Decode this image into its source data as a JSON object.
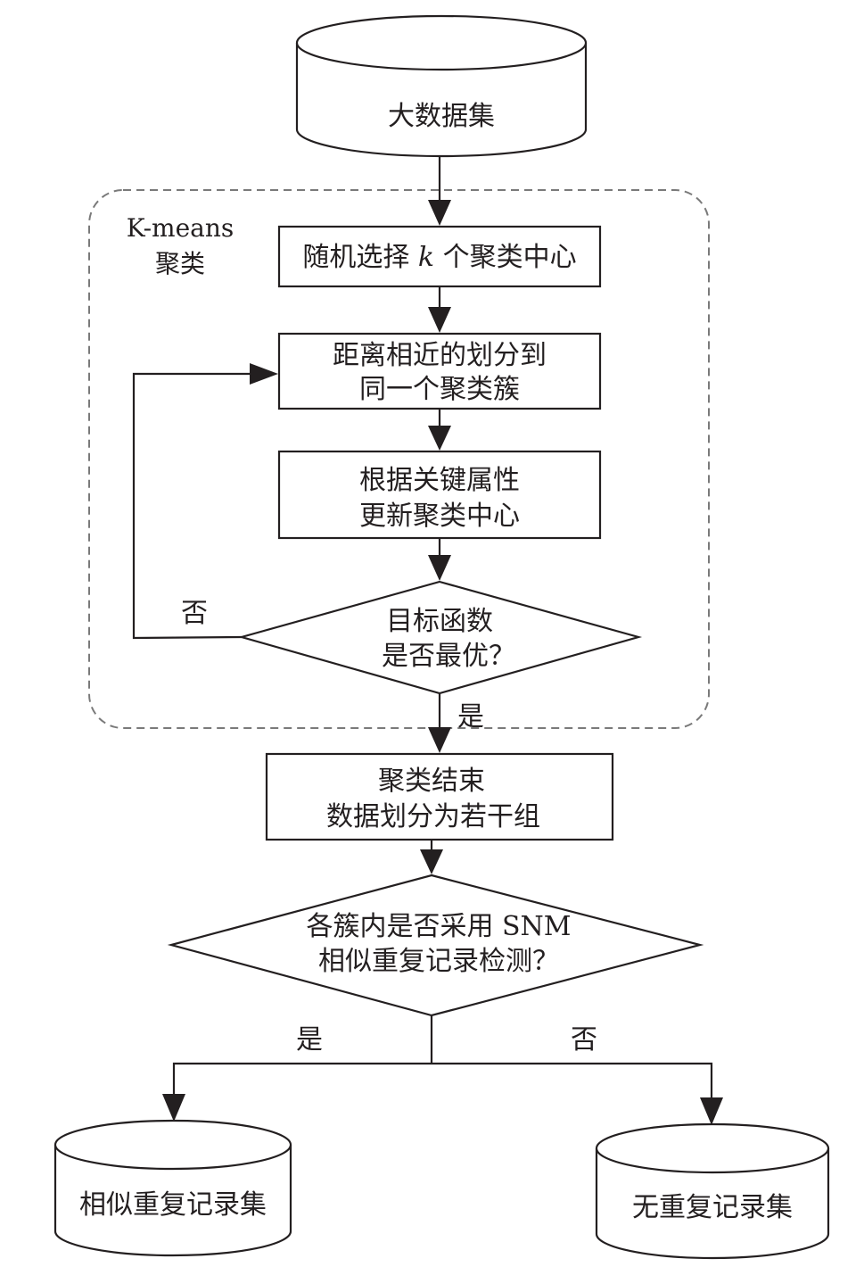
{
  "cluster": {
    "label_line1": "K-means",
    "label_line2": "聚类"
  },
  "nodes": {
    "big_dataset": {
      "text": "大数据集"
    },
    "select_centers": {
      "before": "随机选择 ",
      "italic": "k",
      "after": " 个聚类中心"
    },
    "assign_cluster": {
      "line1": "距离相近的划分到",
      "line2": "同一个聚类簇"
    },
    "update_centers": {
      "line1": "根据关键属性",
      "line2": "更新聚类中心"
    },
    "objective_check": {
      "line1": "目标函数",
      "line2": "是否最优？"
    },
    "clustering_done": {
      "line1": "聚类结束",
      "line2": "数据划分为若干组"
    },
    "snm_check": {
      "line1": "各簇内是否采用 SNM",
      "line2": "相似重复记录检测？"
    },
    "similar_dup_set": {
      "text": "相似重复记录集"
    },
    "no_dup_set": {
      "text": "无重复记录集"
    }
  },
  "edges": {
    "objective_no": "否",
    "objective_yes": "是",
    "snm_yes": "是",
    "snm_no": "否"
  }
}
